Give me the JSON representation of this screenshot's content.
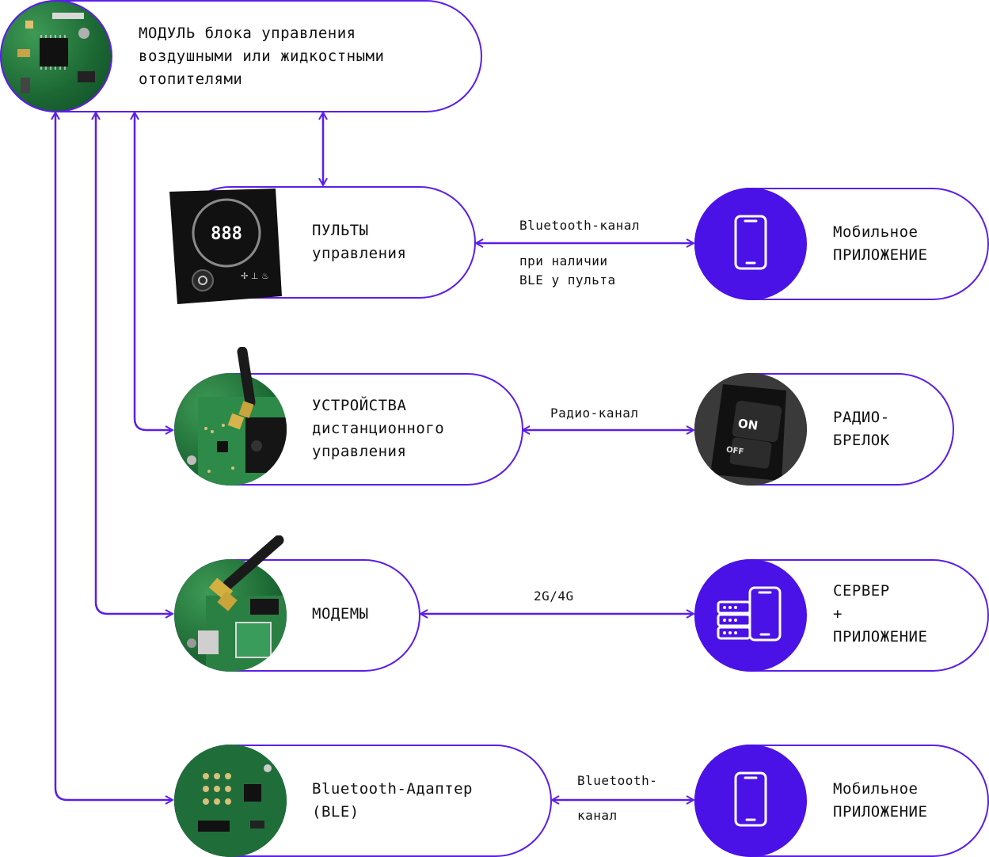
{
  "colors": {
    "accent": "#5b1ee8",
    "icon_bg": "#4a12e6",
    "text": "#111111"
  },
  "module": {
    "label": "МОДУЛЬ блока управления\nвоздушными или жидкостными\nотопителями",
    "image": "pcb-photo"
  },
  "devices": [
    {
      "id": "remote",
      "label": "ПУЛЬТЫ\nуправления",
      "image": "remote-panel-photo"
    },
    {
      "id": "distance",
      "label": "УСТРОЙСТВА\nдистанционного\nуправления",
      "image": "antenna-board-photo"
    },
    {
      "id": "modem",
      "label": "МОДЕМЫ",
      "image": "modem-photo"
    },
    {
      "id": "ble",
      "label": "Bluetooth-Адаптер\n(BLE)",
      "image": "ble-board-photo"
    }
  ],
  "channels": [
    {
      "id": "bt1",
      "label": "Bluetooth-канал",
      "note": "при наличии\nBLE у пульта"
    },
    {
      "id": "radio",
      "label": "Радио-канал"
    },
    {
      "id": "net",
      "label": "2G/4G"
    },
    {
      "id": "bt2",
      "label": "Bluetooth-\n\nканал"
    }
  ],
  "targets": [
    {
      "id": "app1",
      "label": "Мобильное\nПРИЛОЖЕНИЕ",
      "icon": "smartphone-icon"
    },
    {
      "id": "fob",
      "label": "РАДИО-\nБРЕЛОК",
      "image": "keyfob-photo",
      "fob_on": "ON",
      "fob_off": "OFF"
    },
    {
      "id": "server",
      "label": "СЕРВЕР\n+\nПРИЛОЖЕНИЕ",
      "icon": "server-phone-icon"
    },
    {
      "id": "app2",
      "label": "Мобильное\nПРИЛОЖЕНИЕ",
      "icon": "smartphone-icon"
    }
  ]
}
